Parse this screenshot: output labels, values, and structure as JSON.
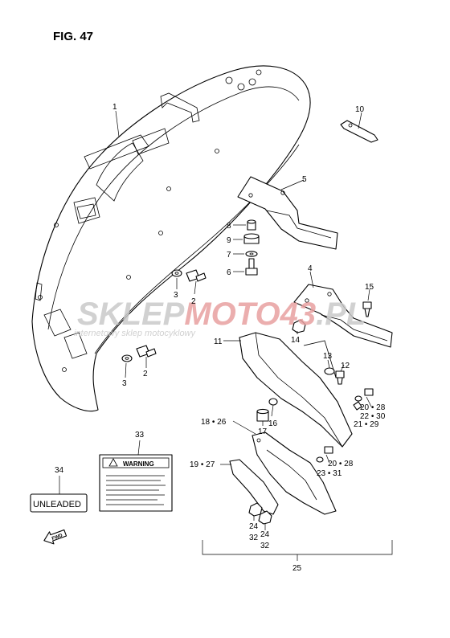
{
  "figure": {
    "title": "FIG. 47"
  },
  "watermark": {
    "brand_part1": "SKLEP",
    "brand_part2": "MOTO",
    "brand_part3": "43",
    "brand_part4": ".PL",
    "tagline": "internetowy sklep motocyklowy",
    "colors": {
      "gray": "#c9c9c9",
      "red": "#e8a0a0"
    }
  },
  "labels": {
    "unleaded": "UNLEADED",
    "warning": "WARNING",
    "fwd": "FWD"
  },
  "callouts": {
    "c1": "1",
    "c2a": "2",
    "c2b": "2",
    "c3a": "3",
    "c3b": "3",
    "c4": "4",
    "c5": "5",
    "c6": "6",
    "c7": "7",
    "c8": "8",
    "c9": "9",
    "c10": "10",
    "c11": "11",
    "c12": "12",
    "c13": "13",
    "c14": "14",
    "c15": "15",
    "c16": "16",
    "c17": "17",
    "c18_26": "18 • 26",
    "c19_27": "19 • 27",
    "c20_28a": "20 • 28",
    "c20_28b": "20 • 28",
    "c22_30": "22 • 30",
    "c21_29": "21 • 29",
    "c23_31": "23 • 31",
    "c24a": "24",
    "c32a": "32",
    "c24b": "24",
    "c32b": "32",
    "c25": "25",
    "c33": "33",
    "c34": "34"
  }
}
